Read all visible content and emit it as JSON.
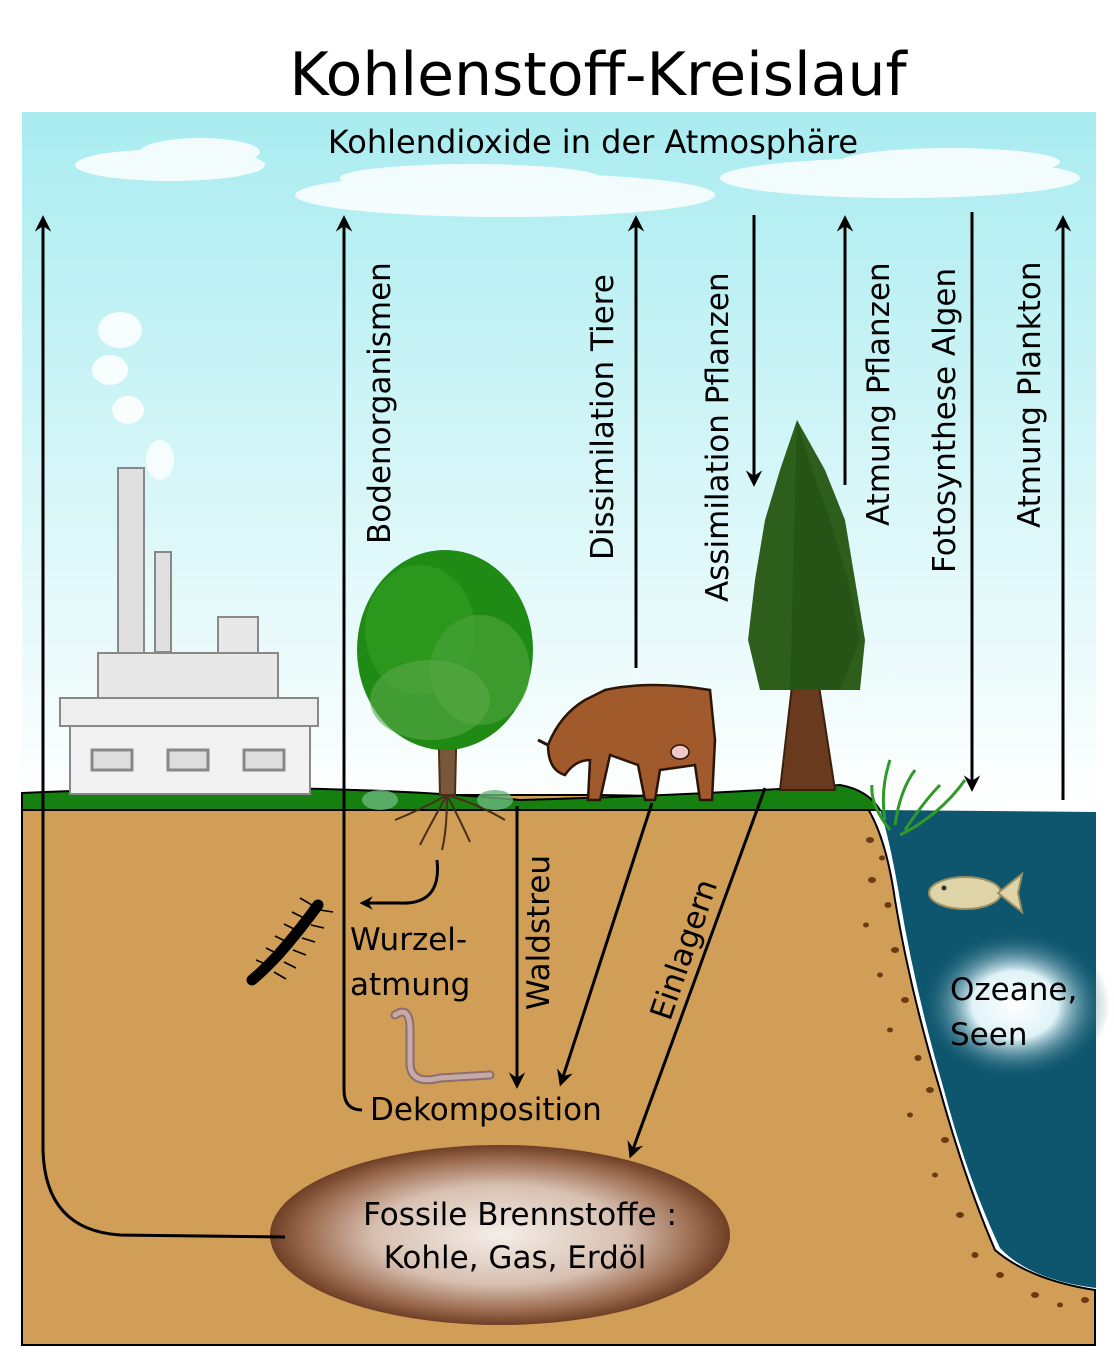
{
  "title": "Kohlenstoff-Kreislauf",
  "atmosphere": "Kohlendioxide in der Atmosphäre",
  "labels": {
    "bodenorganismen": "Bodenorganismen",
    "dissimilation_tiere": "Dissimilation Tiere",
    "assimilation_pflanzen": "Assimilation Pflanzen",
    "atmung_pflanzen": "Atmung Pflanzen",
    "fotosynthese_algen": "Fotosynthese Algen",
    "atmung_plankton": "Atmung Plankton",
    "wurzel_line1": "Wurzel-",
    "wurzel_line2": "atmung",
    "waldstreu": "Waldstreu",
    "einlagern": "Einlagern",
    "dekomposition": "Dekomposition",
    "ozeane_line1": "Ozeane,",
    "ozeane_line2": "Seen",
    "fossil_line1": "Fossile Brennstoffe :",
    "fossil_line2": "Kohle, Gas, Erdöl"
  },
  "colors": {
    "sky_top": "#a9ecf0",
    "sky_bottom": "#ffffff",
    "soil": "#d19e58",
    "grass": "#15800f",
    "water": "#0d566e",
    "fossil": "#7b4a2e"
  }
}
